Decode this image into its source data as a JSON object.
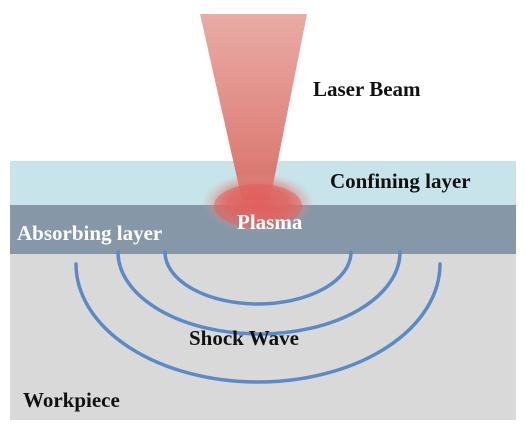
{
  "labels": {
    "laser_beam": "Laser Beam",
    "confining_layer": "Confining layer",
    "absorbing_layer": "Absorbing layer",
    "plasma": "Plasma",
    "shock_wave": "Shock Wave",
    "workpiece": "Workpiece"
  },
  "colors": {
    "confining_layer": "#c5e3e8",
    "absorbing_layer": "#8497a9",
    "workpiece": "#d8d8d8",
    "laser_beam_top": "#e69a94",
    "laser_beam_bottom": "#d9685f",
    "plasma": "#e0605c",
    "shock_wave": "#5b8ac5"
  }
}
